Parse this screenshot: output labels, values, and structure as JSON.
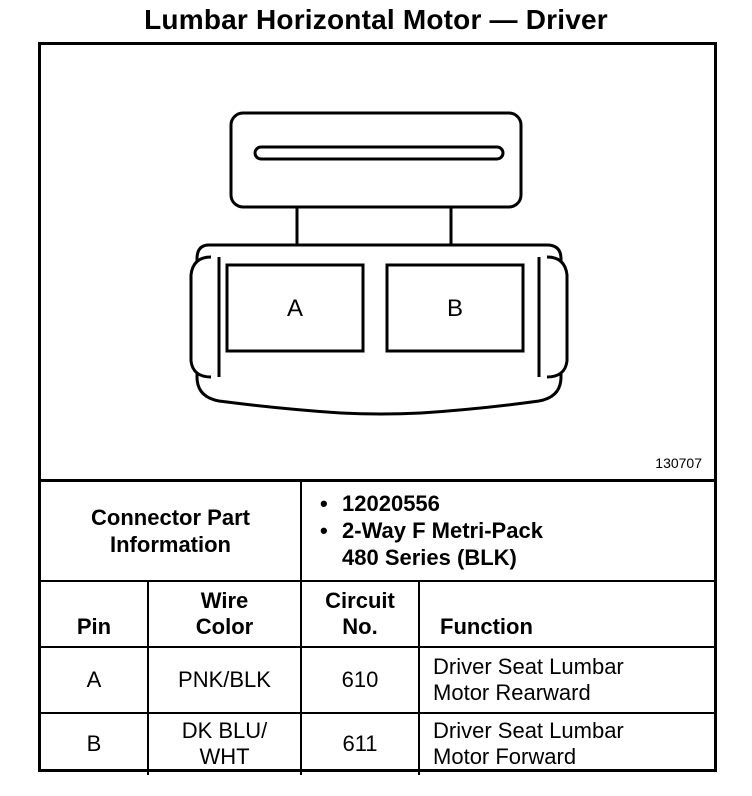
{
  "title": "Lumbar Horizontal Motor — Driver",
  "figure_number": "130707",
  "connector": {
    "cavity_a": "A",
    "cavity_b": "B"
  },
  "connector_info": {
    "label_line1": "Connector Part",
    "label_line2": "Information",
    "part_number": "12020556",
    "description_line1": "2-Way F Metri-Pack",
    "description_line2": "480 Series (BLK)"
  },
  "table": {
    "headers": {
      "pin": "Pin",
      "wire_color_line1": "Wire",
      "wire_color_line2": "Color",
      "circuit_line1": "Circuit",
      "circuit_line2": "No.",
      "function": "Function"
    },
    "rows": [
      {
        "pin": "A",
        "wire_color_line1": "PNK/BLK",
        "wire_color_line2": "",
        "circuit": "610",
        "function_line1": "Driver Seat Lumbar",
        "function_line2": "Motor Rearward"
      },
      {
        "pin": "B",
        "wire_color_line1": "DK BLU/",
        "wire_color_line2": "WHT",
        "circuit": "611",
        "function_line1": "Driver Seat Lumbar",
        "function_line2": "Motor Forward"
      }
    ]
  }
}
